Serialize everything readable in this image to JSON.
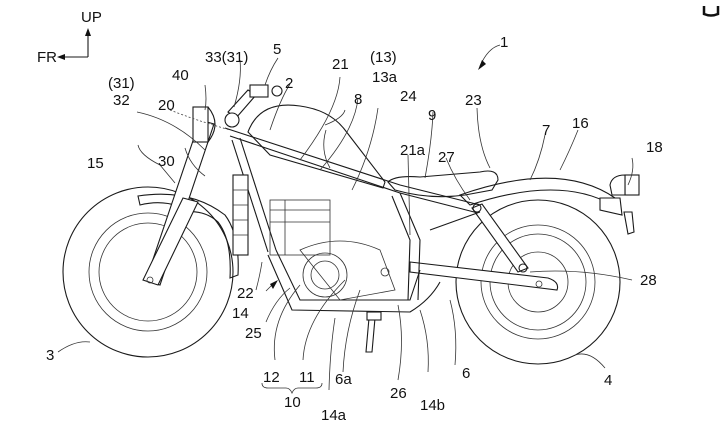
{
  "figure": {
    "title": "Motorcycle side view (patent drawing)",
    "direction_labels": {
      "up": "UP",
      "front": "FR"
    },
    "corner_mark": "bracket-mark",
    "labels": [
      {
        "id": "1",
        "text": "1"
      },
      {
        "id": "2",
        "text": "2"
      },
      {
        "id": "3",
        "text": "3"
      },
      {
        "id": "4",
        "text": "4"
      },
      {
        "id": "5",
        "text": "5"
      },
      {
        "id": "6",
        "text": "6"
      },
      {
        "id": "6a",
        "text": "6a"
      },
      {
        "id": "7",
        "text": "7"
      },
      {
        "id": "8",
        "text": "8"
      },
      {
        "id": "9",
        "text": "9"
      },
      {
        "id": "10",
        "text": "10"
      },
      {
        "id": "11",
        "text": "11"
      },
      {
        "id": "12",
        "text": "12"
      },
      {
        "id": "13",
        "text": "(13)"
      },
      {
        "id": "13a",
        "text": "13a"
      },
      {
        "id": "14",
        "text": "14"
      },
      {
        "id": "14a",
        "text": "14a"
      },
      {
        "id": "14b",
        "text": "14b"
      },
      {
        "id": "15",
        "text": "15"
      },
      {
        "id": "16",
        "text": "16"
      },
      {
        "id": "18",
        "text": "18"
      },
      {
        "id": "20",
        "text": "20"
      },
      {
        "id": "21",
        "text": "21"
      },
      {
        "id": "21a",
        "text": "21a"
      },
      {
        "id": "22",
        "text": "22"
      },
      {
        "id": "23",
        "text": "23"
      },
      {
        "id": "24",
        "text": "24"
      },
      {
        "id": "25",
        "text": "25"
      },
      {
        "id": "26",
        "text": "26"
      },
      {
        "id": "27",
        "text": "27"
      },
      {
        "id": "28",
        "text": "28"
      },
      {
        "id": "30",
        "text": "30"
      },
      {
        "id": "31a",
        "text": "(31)"
      },
      {
        "id": "32",
        "text": "32"
      },
      {
        "id": "33",
        "text": "33(31)"
      },
      {
        "id": "40",
        "text": "40"
      }
    ]
  }
}
